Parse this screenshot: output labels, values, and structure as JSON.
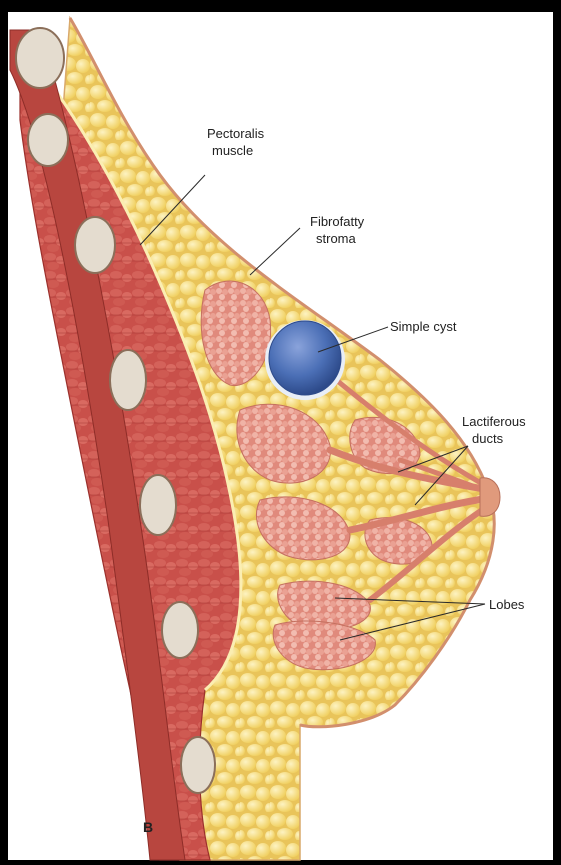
{
  "labels": {
    "pectoralis_1": "Pectoralis",
    "pectoralis_2": "muscle",
    "fibrofatty_1": "Fibrofatty",
    "fibrofatty_2": "stroma",
    "simple_cyst": "Simple cyst",
    "lactiferous_1": "Lactiferous",
    "lactiferous_2": "ducts",
    "lobes": "Lobes",
    "panel": "B"
  },
  "colors": {
    "background": "#000000",
    "paper": "#ffffff",
    "fat": "#f4d97a",
    "fat_highlight": "#fbeeb2",
    "muscle": "#c9504a",
    "muscle_dark": "#a83a35",
    "gland": "#e79a8c",
    "cyst": "#4b6fb6",
    "rib": "#d8cfc2",
    "skin": "#e3a07e"
  }
}
